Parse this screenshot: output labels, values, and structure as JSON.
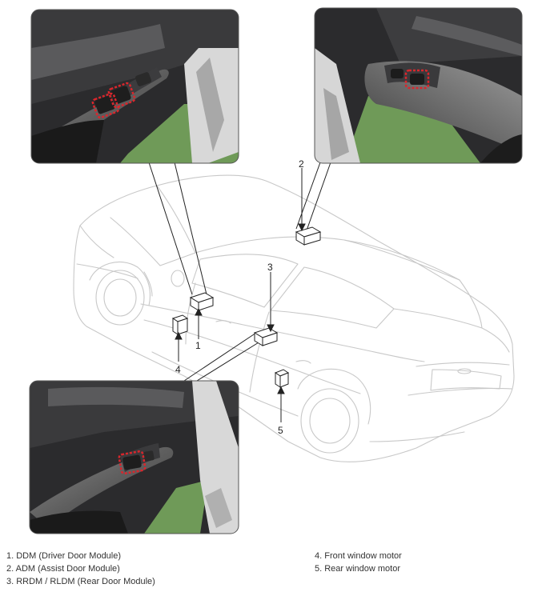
{
  "callouts": [
    {
      "number": "1",
      "component": "DDM"
    },
    {
      "number": "2",
      "component": "ADM"
    },
    {
      "number": "3",
      "component": "RRDM / RLDM"
    },
    {
      "number": "4",
      "component": "Front window motor"
    },
    {
      "number": "5",
      "component": "Rear window motor"
    }
  ],
  "photos": [
    {
      "name": "driver-door-photo",
      "subject": "Driver door switch panel"
    },
    {
      "name": "assist-door-photo",
      "subject": "Assist door switch panel"
    },
    {
      "name": "rear-door-photo",
      "subject": "Rear door switch panel"
    }
  ],
  "legend": {
    "left": [
      "1. DDM (Driver Door Module)",
      "2. ADM (Assist Door Module)",
      "3. RRDM / RLDM (Rear Door Module)"
    ],
    "right": [
      "4. Front window motor",
      "5. Rear window motor"
    ]
  },
  "colors": {
    "highlight": "#d9262c",
    "floor_green": "#6f9a58",
    "car_outline": "#c8c8c8",
    "module_line": "#222222"
  }
}
